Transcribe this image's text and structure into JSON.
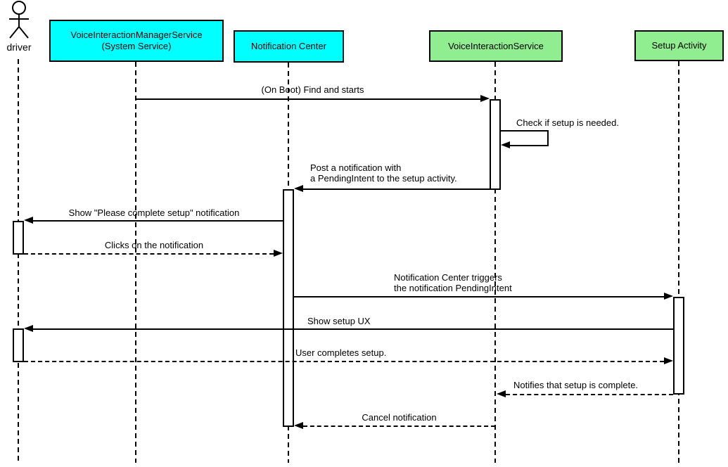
{
  "diagram_type": "uml-sequence-diagram",
  "actor": {
    "label": "driver"
  },
  "participants": [
    {
      "id": "voice-interaction-manager-service",
      "label": "VoiceInteractionManagerService\n(System Service)",
      "fill": "#00ffff"
    },
    {
      "id": "notification-center",
      "label": "Notification Center",
      "fill": "#00ffff"
    },
    {
      "id": "voice-interaction-service",
      "label": "VoiceInteractionService",
      "fill": "#90ee90"
    },
    {
      "id": "setup-activity",
      "label": "Setup Activity",
      "fill": "#90ee90"
    }
  ],
  "messages": [
    {
      "text": "(On Boot) Find and starts",
      "from": "VoiceInteractionManagerService (System Service)",
      "to": "VoiceInteractionService",
      "line": "solid"
    },
    {
      "text": "Check if setup is needed.",
      "from": "VoiceInteractionService",
      "to": "VoiceInteractionService",
      "line": "solid-self"
    },
    {
      "text": "Post a notification with\na PendingIntent to the setup activity.",
      "from": "VoiceInteractionService",
      "to": "Notification Center",
      "line": "solid"
    },
    {
      "text": "Show \"Please complete setup\" notification",
      "from": "Notification Center",
      "to": "driver",
      "line": "solid"
    },
    {
      "text": "Clicks on the notification",
      "from": "driver",
      "to": "Notification Center",
      "line": "dashed"
    },
    {
      "text": "Notification Center triggers\nthe notification PendingIntent",
      "from": "Notification Center",
      "to": "Setup Activity",
      "line": "solid"
    },
    {
      "text": "Show setup UX",
      "from": "Setup Activity",
      "to": "driver",
      "line": "solid"
    },
    {
      "text": "User completes setup.",
      "from": "driver",
      "to": "Setup Activity",
      "line": "dashed"
    },
    {
      "text": "Notifies that setup is complete.",
      "from": "Setup Activity",
      "to": "VoiceInteractionService",
      "line": "dashed"
    },
    {
      "text": "Cancel notification",
      "from": "VoiceInteractionService",
      "to": "Notification Center",
      "line": "dashed"
    }
  ],
  "colors": {
    "system_service_fill": "#00ffff",
    "external_component_fill": "#90ee90",
    "line": "#000000",
    "background": "#ffffff"
  }
}
